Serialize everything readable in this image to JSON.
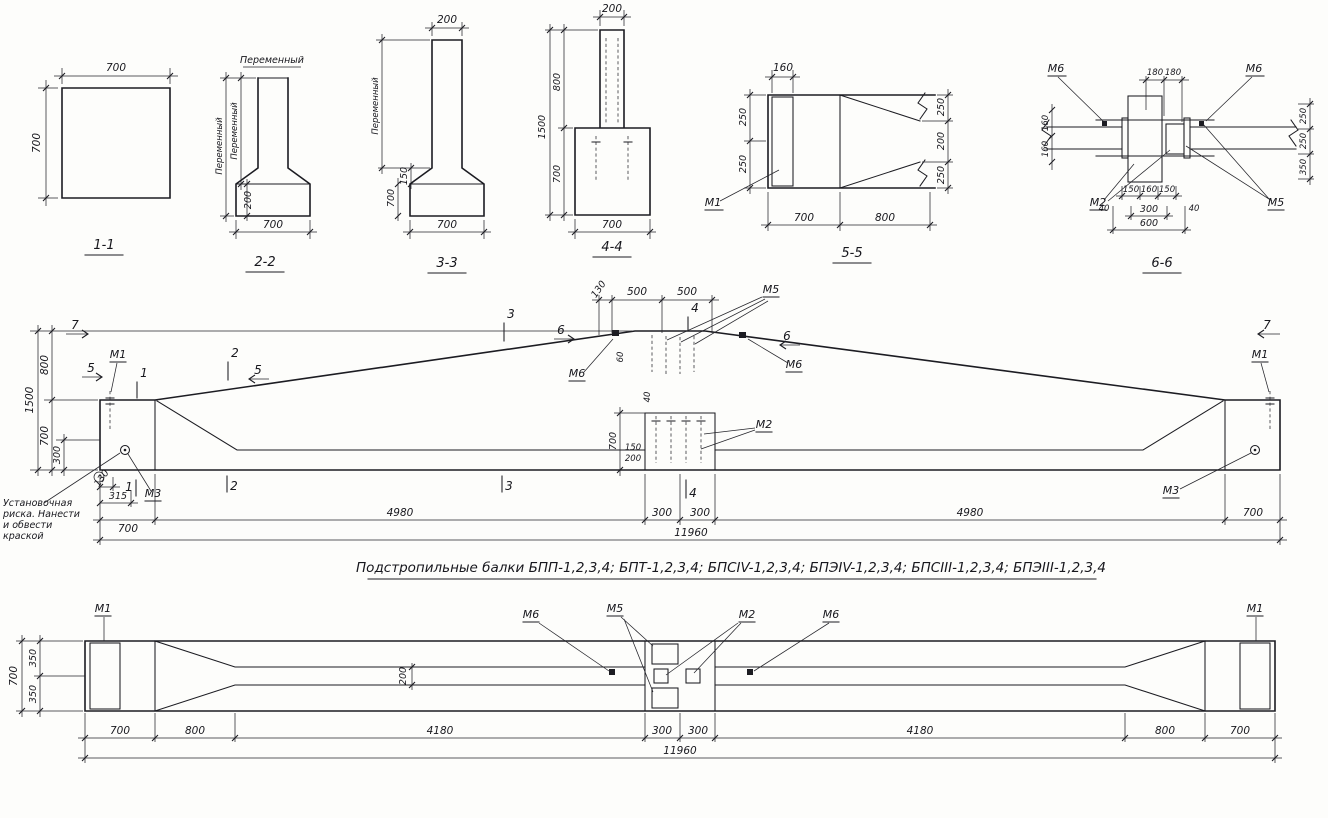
{
  "colors": {
    "ink": "#1c1c22",
    "paper": "#fdfdfb"
  },
  "title": {
    "text": "Подстропильные балки БПП-1,2,3,4; БПТ-1,2,3,4; БПСIV-1,2,3,4; БПЭIV-1,2,3,4; БПСIII-1,2,3,4; БПЭIII-1,2,3,4"
  },
  "sec1": {
    "label": "1-1",
    "dim_top": "700",
    "dim_left": "700"
  },
  "sec2": {
    "label": "2-2",
    "top_note": "Переменный",
    "left_total": "Переменный",
    "left_stem": "Переменный",
    "left_base": "200",
    "dim_bottom": "700"
  },
  "sec3": {
    "label": "3-3",
    "dim_top": "200",
    "left_stem": "Переменный",
    "left_mid": "700",
    "left_small": "150",
    "dim_bottom": "700"
  },
  "sec4": {
    "label": "4-4",
    "dim_top": "200",
    "left_total": "1500",
    "left_upper": "800",
    "left_lower": "700",
    "dim_bottom": "700"
  },
  "sec5": {
    "label": "5-5",
    "dim_top": "160",
    "left_upper": "250",
    "left_lower": "250",
    "right_upper": "250",
    "right_mid": "200",
    "right_lower": "250",
    "mark_m1": "М1",
    "dim_700": "700",
    "dim_800": "800"
  },
  "sec6": {
    "label": "6-6",
    "mark_m6_left": "М6",
    "mark_m6_right": "М6",
    "mark_m2": "М2",
    "mark_m5": "М5",
    "dim_180a": "180",
    "dim_180b": "180",
    "left_160a": "160",
    "left_160b": "160",
    "dim_150a": "150",
    "dim_160": "160",
    "dim_150b": "150",
    "dim_40a": "40",
    "dim_40b": "40",
    "dim_300": "300",
    "dim_600": "600",
    "right_250a": "250",
    "right_250b": "250",
    "right_350": "350"
  },
  "elev": {
    "left_1500": "1500",
    "left_800": "800",
    "left_700": "700",
    "left_300": "300",
    "top_130": "130",
    "top_500a": "500",
    "top_500b": "500",
    "small_60": "60",
    "small_40": "40",
    "mid_700": "700",
    "mid_150": "150",
    "mid_200": "200",
    "bl_130": "130",
    "bl_315": "315",
    "bot_700l": "700",
    "bot_4980l": "4980",
    "bot_300a": "300",
    "bot_300b": "300",
    "bot_4980r": "4980",
    "bot_700r": "700",
    "bot_total": "11960",
    "m1_left": "М1",
    "m1_right": "М1",
    "m3_left": "М3",
    "m3_right": "М3",
    "m2": "М2",
    "m5": "М5",
    "m6_left": "М6",
    "m6_right": "М6",
    "cut7_left": "7",
    "cut7_right": "7",
    "cut5_left": "5",
    "cut5_right": "5",
    "cut6_left": "6",
    "cut6_right": "6",
    "cut1_top": "1",
    "cut1_bot": "1",
    "cut2_top": "2",
    "cut2_bot": "2",
    "cut3_top": "3",
    "cut3_bot": "3",
    "cut4_top": "4",
    "cut4_bot": "4",
    "note_line1": "Установочная",
    "note_line2": "риска. Нанести",
    "note_line3": "и обвести",
    "note_line4": "краской"
  },
  "plan": {
    "m1_left": "М1",
    "m1_right": "М1",
    "m6_left": "М6",
    "m5": "М5",
    "m2": "М2",
    "m6_right": "М6",
    "left_700": "700",
    "left_350a": "350",
    "left_350b": "350",
    "mid_200": "200",
    "bot_700l": "700",
    "bot_800l": "800",
    "bot_4180l": "4180",
    "bot_300a": "300",
    "bot_300b": "300",
    "bot_4180r": "4180",
    "bot_800r": "800",
    "bot_700r": "700",
    "bot_total": "11960"
  }
}
